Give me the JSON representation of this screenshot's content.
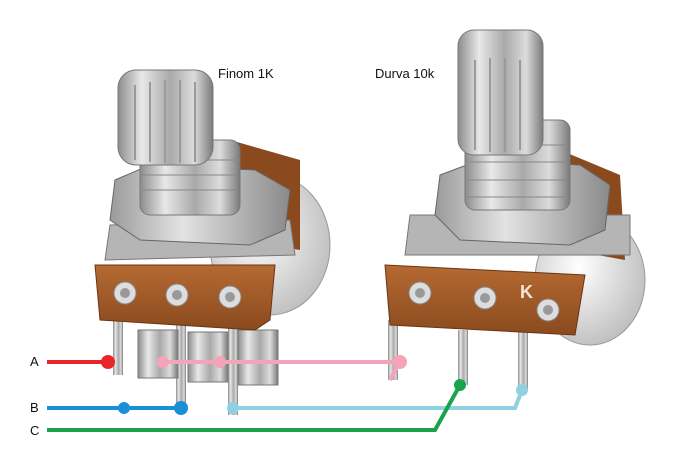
{
  "labels": {
    "fine": "Finom 1K",
    "coarse": "Durva 10k"
  },
  "wires": [
    {
      "id": "A",
      "label": "A",
      "color": "#e8262a"
    },
    {
      "id": "B",
      "label": "B",
      "color": "#1a8fd6"
    },
    {
      "id": "C",
      "label": "C",
      "color": "#1aa34a"
    }
  ],
  "jumpers": [
    {
      "id": "pink",
      "color": "#f5a3b8"
    },
    {
      "id": "lightblue",
      "color": "#8fd0e3"
    }
  ],
  "pot_marking": "K"
}
